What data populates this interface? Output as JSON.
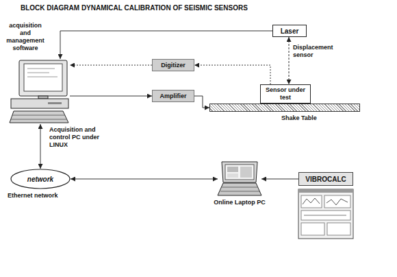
{
  "diagram": {
    "title": "BLOCK DIAGRAM DYNAMICAL CALIBRATION OF SEISMIC SENSORS",
    "nodes": [
      {
        "text": [
          "Laser"
        ]
      },
      {
        "text": [
          "Acquisition and control PC under LINUX"
        ]
      },
      {
        "text": [
          "Digitizer"
        ]
      },
      {
        "text": [
          "Sensor under test"
        ]
      },
      {
        "text": [
          "Amplifier"
        ]
      },
      {
        "text": [
          "Shake Table"
        ]
      },
      {
        "text": [
          "network",
          "Ethernet network"
        ]
      },
      {
        "text": [
          "VIBROCALC"
        ]
      },
      {
        "text": [
          "Online Laptop PC"
        ]
      }
    ],
    "edges": [
      {
        "from": 0,
        "to": 1,
        "arrow": "to"
      },
      {
        "from": 2,
        "to": 1,
        "arrow": "to"
      },
      {
        "from": 1,
        "to": 4,
        "arrow": "to"
      },
      {
        "from": 3,
        "to": 2,
        "arrow": "to"
      },
      {
        "from": 4,
        "to": 5,
        "arrow": "to"
      },
      {
        "from": 0,
        "to": 3,
        "arrow": "both",
        "label": "Displacement sensor"
      },
      {
        "from": 1,
        "to": 6,
        "arrow": "both"
      },
      {
        "from": 6,
        "to": 8,
        "arrow": "both"
      },
      {
        "from": 7,
        "to": 8,
        "arrow": "to"
      }
    ],
    "labels": [
      "acquisition and management software"
    ]
  }
}
